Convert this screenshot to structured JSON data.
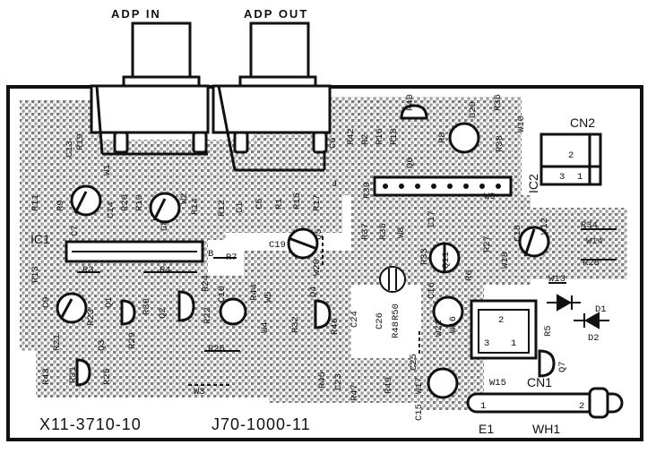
{
  "connectors": {
    "adp_in": "ADP IN",
    "adp_out": "ADP OUT"
  },
  "board": {
    "part_number_left": "X11-3710-10",
    "part_number_right": "J70-1000-11"
  },
  "header_labels": {
    "cn2": "CN2",
    "cn1": "CN1",
    "e1": "E1",
    "wh1": "WH1",
    "ic1": "IC1",
    "ic2": "IC2"
  },
  "pin_labels": {
    "cn2_pin2": "2",
    "cn2_pin3": "3",
    "cn2_pin1": "1",
    "cn1_pin1": "1",
    "cn1_pin2": "2",
    "cn1_pin3": "3",
    "wh1_pin1": "1",
    "wh1_pin2": "2",
    "ic1_b": "B"
  },
  "labels": [
    {
      "id": "R19",
      "text": "R19"
    },
    {
      "id": "C13",
      "text": "C13"
    },
    {
      "id": "W1",
      "text": "W1"
    },
    {
      "id": "R11",
      "text": "R11"
    },
    {
      "id": "R9",
      "text": "R9"
    },
    {
      "id": "C7",
      "text": "C7"
    },
    {
      "id": "C14",
      "text": "C14"
    },
    {
      "id": "R20",
      "text": "R20"
    },
    {
      "id": "R10",
      "text": "R10"
    },
    {
      "id": "W2",
      "text": "W2"
    },
    {
      "id": "C8",
      "text": "C8"
    },
    {
      "id": "R14",
      "text": "R14"
    },
    {
      "id": "R12",
      "text": "R12"
    },
    {
      "id": "C1",
      "text": "C1"
    },
    {
      "id": "C5",
      "text": "C5"
    },
    {
      "id": "R1",
      "text": "R1"
    },
    {
      "id": "R15",
      "text": "R15"
    },
    {
      "id": "R17",
      "text": "R17"
    },
    {
      "id": "J",
      "text": "J"
    },
    {
      "id": "C6",
      "text": "C6"
    },
    {
      "id": "R42",
      "text": "R42"
    },
    {
      "id": "R2",
      "text": "R2"
    },
    {
      "id": "R16",
      "text": "R16"
    },
    {
      "id": "R18",
      "text": "R18"
    },
    {
      "id": "R40",
      "text": "R40"
    },
    {
      "id": "R8",
      "text": "R8"
    },
    {
      "id": "Q6",
      "text": "Q6"
    },
    {
      "id": "C20",
      "text": "C20"
    },
    {
      "id": "R36",
      "text": "R36"
    },
    {
      "id": "R38",
      "text": "R38"
    },
    {
      "id": "W10",
      "text": "W10"
    },
    {
      "id": "R39",
      "text": "R39"
    },
    {
      "id": "W9",
      "text": "W9"
    },
    {
      "id": "R13",
      "text": "R13"
    },
    {
      "id": "R3",
      "text": "R3"
    },
    {
      "id": "R4",
      "text": "R4"
    },
    {
      "id": "R7",
      "text": "R7"
    },
    {
      "id": "R24",
      "text": "R24"
    },
    {
      "id": "C19",
      "text": "C19"
    },
    {
      "id": "Q5",
      "text": "Q5"
    },
    {
      "id": "W20",
      "text": "W20"
    },
    {
      "id": "R37",
      "text": "R37"
    },
    {
      "id": "R35",
      "text": "R35"
    },
    {
      "id": "W8",
      "text": "W8"
    },
    {
      "id": "C17",
      "text": "C17"
    },
    {
      "id": "R33",
      "text": "R33"
    },
    {
      "id": "Q11",
      "text": "Q11"
    },
    {
      "id": "R27",
      "text": "R27"
    },
    {
      "id": "W18",
      "text": "W18"
    },
    {
      "id": "C18",
      "text": "C18"
    },
    {
      "id": "W12",
      "text": "W12"
    },
    {
      "id": "R34",
      "text": "R34"
    },
    {
      "id": "W14",
      "text": "W14"
    },
    {
      "id": "R28",
      "text": "R28"
    },
    {
      "id": "W13",
      "text": "W13"
    },
    {
      "id": "C9",
      "text": "C9"
    },
    {
      "id": "R23",
      "text": "R23"
    },
    {
      "id": "Q1",
      "text": "Q1"
    },
    {
      "id": "R30",
      "text": "R30"
    },
    {
      "id": "Q2",
      "text": "Q2"
    },
    {
      "id": "R22",
      "text": "R22"
    },
    {
      "id": "C10",
      "text": "C10"
    },
    {
      "id": "R44",
      "text": "R44"
    },
    {
      "id": "W5",
      "text": "W5"
    },
    {
      "id": "W4",
      "text": "W4"
    },
    {
      "id": "R32",
      "text": "R32"
    },
    {
      "id": "Q4",
      "text": "Q4"
    },
    {
      "id": "R46",
      "text": "R46"
    },
    {
      "id": "C24",
      "text": "C24"
    },
    {
      "id": "C26",
      "text": "C26"
    },
    {
      "id": "R48",
      "text": "R48"
    },
    {
      "id": "R50",
      "text": "R50"
    },
    {
      "id": "C16",
      "text": "C16"
    },
    {
      "id": "R6",
      "text": "R6"
    },
    {
      "id": "W21",
      "text": "W21"
    },
    {
      "id": "W16",
      "text": "W16"
    },
    {
      "id": "R5",
      "text": "R5"
    },
    {
      "id": "Q7",
      "text": "Q7"
    },
    {
      "id": "D1",
      "text": "D1"
    },
    {
      "id": "D2",
      "text": "D2"
    },
    {
      "id": "R21",
      "text": "R21"
    },
    {
      "id": "R29",
      "text": "R29"
    },
    {
      "id": "R26",
      "text": "R26"
    },
    {
      "id": "Q3",
      "text": "Q3"
    },
    {
      "id": "R43",
      "text": "R43"
    },
    {
      "id": "R31",
      "text": "R31"
    },
    {
      "id": "R25",
      "text": "R25"
    },
    {
      "id": "W3",
      "text": "W3"
    },
    {
      "id": "R45",
      "text": "R45"
    },
    {
      "id": "C23",
      "text": "C23"
    },
    {
      "id": "R47",
      "text": "R47"
    },
    {
      "id": "R49",
      "text": "R49"
    },
    {
      "id": "C25",
      "text": "C25"
    },
    {
      "id": "W17",
      "text": "W17"
    },
    {
      "id": "C15",
      "text": "C15"
    },
    {
      "id": "W15",
      "text": "W15"
    }
  ]
}
